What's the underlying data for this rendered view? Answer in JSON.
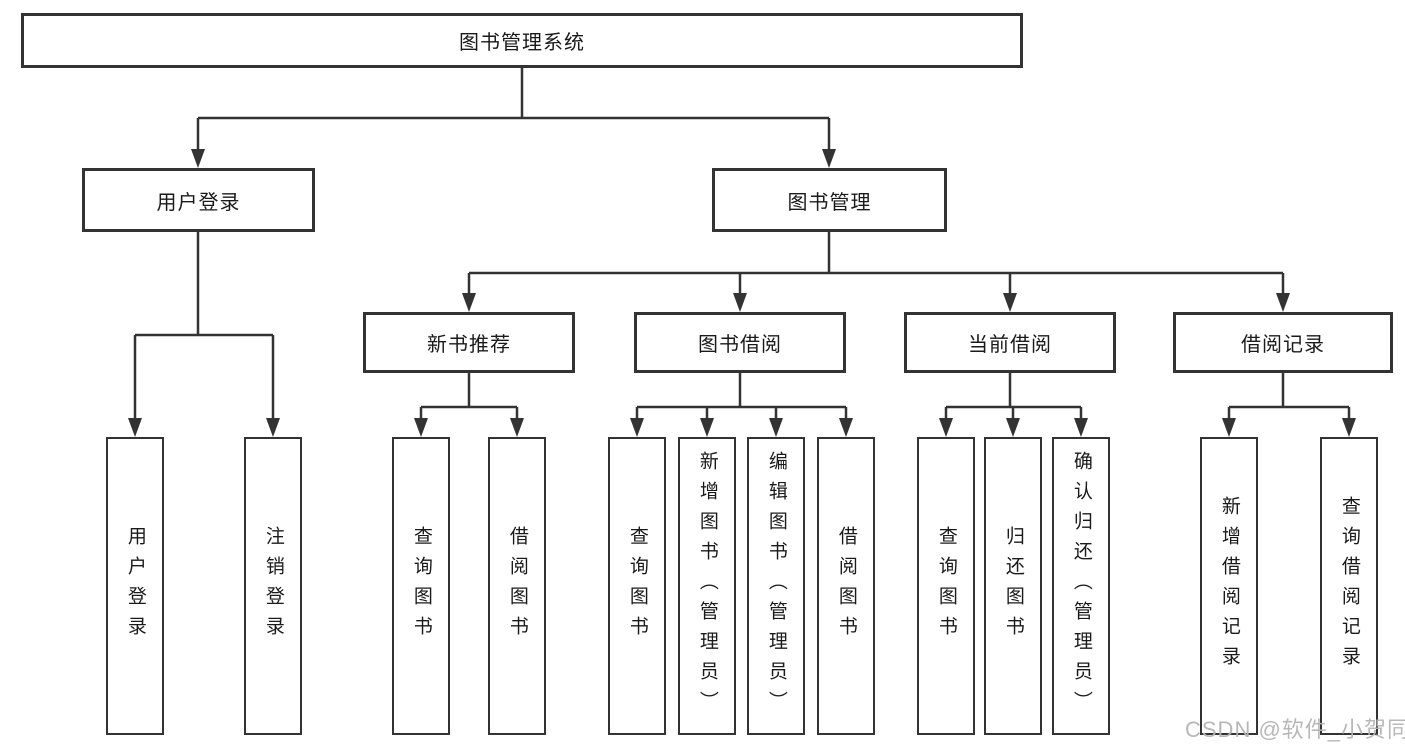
{
  "root": {
    "label": "图书管理系统"
  },
  "branches": [
    {
      "label": "用户登录",
      "children": [
        {
          "label": "用户登录"
        },
        {
          "label": "注销登录"
        }
      ]
    },
    {
      "label": "图书管理",
      "groups": [
        {
          "label": "新书推荐",
          "children": [
            {
              "label": "查询图书"
            },
            {
              "label": "借阅图书"
            }
          ]
        },
        {
          "label": "图书借阅",
          "children": [
            {
              "label": "查询图书"
            },
            {
              "label": "新增图书（管理员）"
            },
            {
              "label": "编辑图书（管理员）"
            },
            {
              "label": "借阅图书"
            }
          ]
        },
        {
          "label": "当前借阅",
          "children": [
            {
              "label": "查询图书"
            },
            {
              "label": "归还图书"
            },
            {
              "label": "确认归还（管理员）"
            }
          ]
        },
        {
          "label": "借阅记录",
          "children": [
            {
              "label": "新增借阅记录"
            },
            {
              "label": "查询借阅记录"
            }
          ]
        }
      ]
    }
  ],
  "watermark": "CSDN @软件_小贺同学",
  "colors": {
    "line": "#333333",
    "box_border": "#333333",
    "text": "#1a1a1a",
    "watermark": "#b4b4b4",
    "background": "#ffffff"
  }
}
